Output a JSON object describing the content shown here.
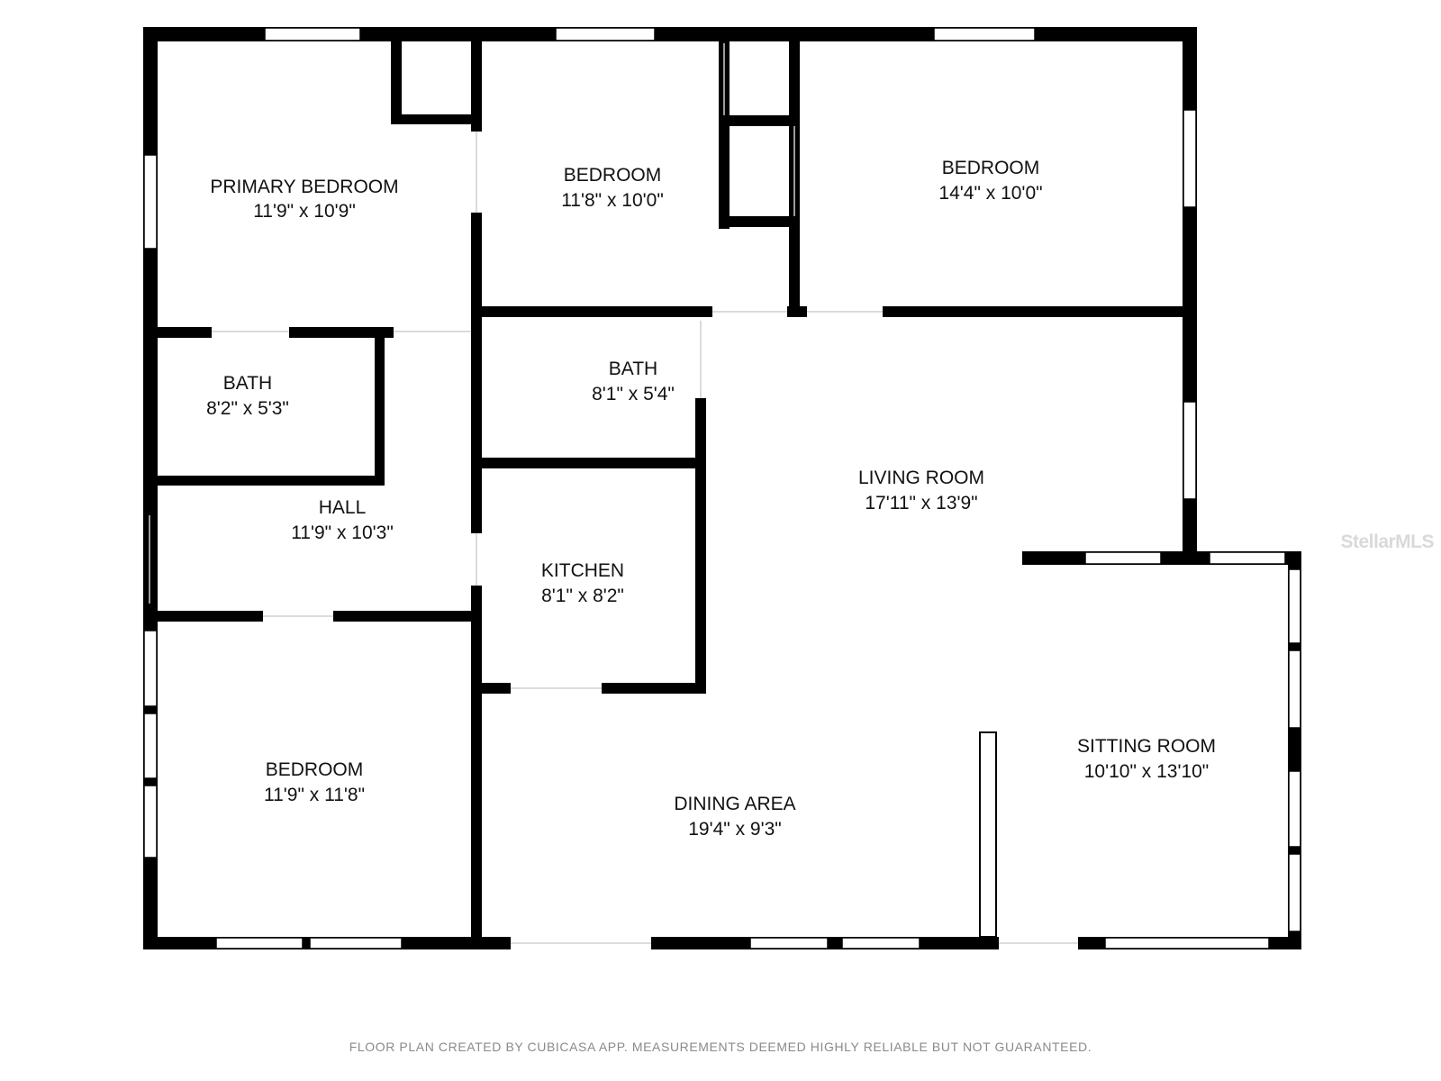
{
  "plan": {
    "rooms": [
      {
        "id": "primary-bedroom",
        "name": "PRIMARY BEDROOM",
        "dims": "11'9\" x 10'9\""
      },
      {
        "id": "bedroom-2",
        "name": "BEDROOM",
        "dims": "11'8\" x 10'0\""
      },
      {
        "id": "bedroom-3",
        "name": "BEDROOM",
        "dims": "14'4\" x 10'0\""
      },
      {
        "id": "bath-1",
        "name": "BATH",
        "dims": "8'2\" x 5'3\""
      },
      {
        "id": "bath-2",
        "name": "BATH",
        "dims": "8'1\" x 5'4\""
      },
      {
        "id": "hall",
        "name": "HALL",
        "dims": "11'9\" x 10'3\""
      },
      {
        "id": "kitchen",
        "name": "KITCHEN",
        "dims": "8'1\" x 8'2\""
      },
      {
        "id": "living-room",
        "name": "LIVING ROOM",
        "dims": "17'11\" x 13'9\""
      },
      {
        "id": "bedroom-4",
        "name": "BEDROOM",
        "dims": "11'9\" x 11'8\""
      },
      {
        "id": "dining-area",
        "name": "DINING AREA",
        "dims": "19'4\" x 9'3\""
      },
      {
        "id": "sitting-room",
        "name": "SITTING ROOM",
        "dims": "10'10\" x 13'10\""
      }
    ]
  },
  "footer": {
    "disclaimer": "FLOOR PLAN CREATED BY CUBICASA APP. MEASUREMENTS DEEMED HIGHLY RELIABLE BUT NOT GUARANTEED."
  },
  "watermark": {
    "text": "StellarMLS"
  },
  "colors": {
    "wall": "#000000",
    "label": "#111111",
    "footer": "#8a8a8a",
    "watermark": "#d9d9d9"
  }
}
